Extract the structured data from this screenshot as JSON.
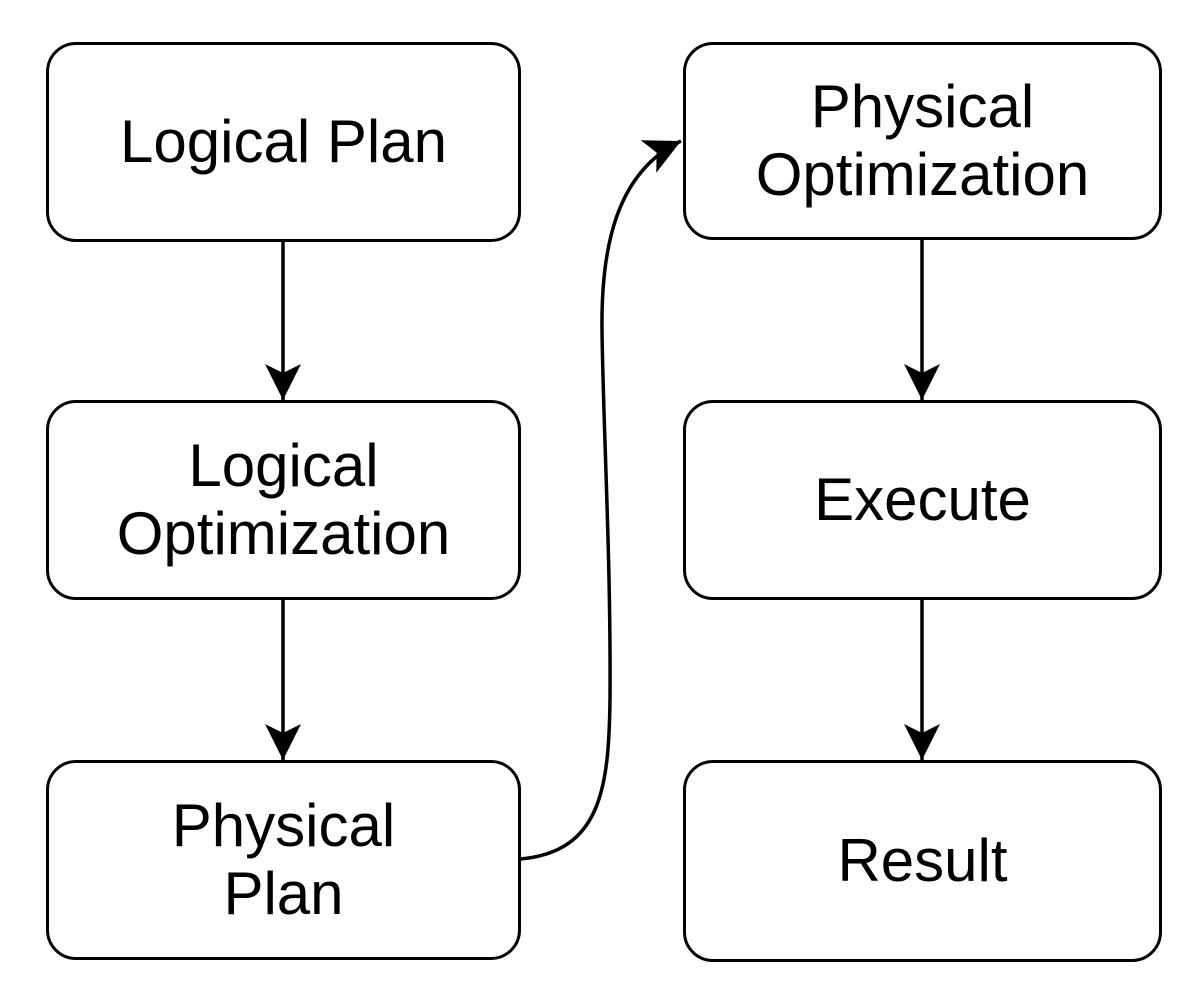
{
  "diagram": {
    "type": "flowchart",
    "background_color": "#ffffff",
    "node_fill_color": "#ffffff",
    "stroke_color": "#000000",
    "text_color": "#000000",
    "nodes": [
      {
        "id": "logical-plan",
        "label": "Logical Plan"
      },
      {
        "id": "logical-optimization",
        "label": "Logical\nOptimization"
      },
      {
        "id": "physical-plan",
        "label": "Physical\nPlan"
      },
      {
        "id": "physical-optimization",
        "label": "Physical\nOptimization"
      },
      {
        "id": "execute",
        "label": "Execute"
      },
      {
        "id": "result",
        "label": "Result"
      }
    ],
    "edges": [
      {
        "from": "logical-plan",
        "to": "logical-optimization",
        "style": "straight-down"
      },
      {
        "from": "logical-optimization",
        "to": "physical-plan",
        "style": "straight-down"
      },
      {
        "from": "physical-plan",
        "to": "physical-optimization",
        "style": "curved-up-right"
      },
      {
        "from": "physical-optimization",
        "to": "execute",
        "style": "straight-down"
      },
      {
        "from": "execute",
        "to": "result",
        "style": "straight-down"
      }
    ]
  }
}
